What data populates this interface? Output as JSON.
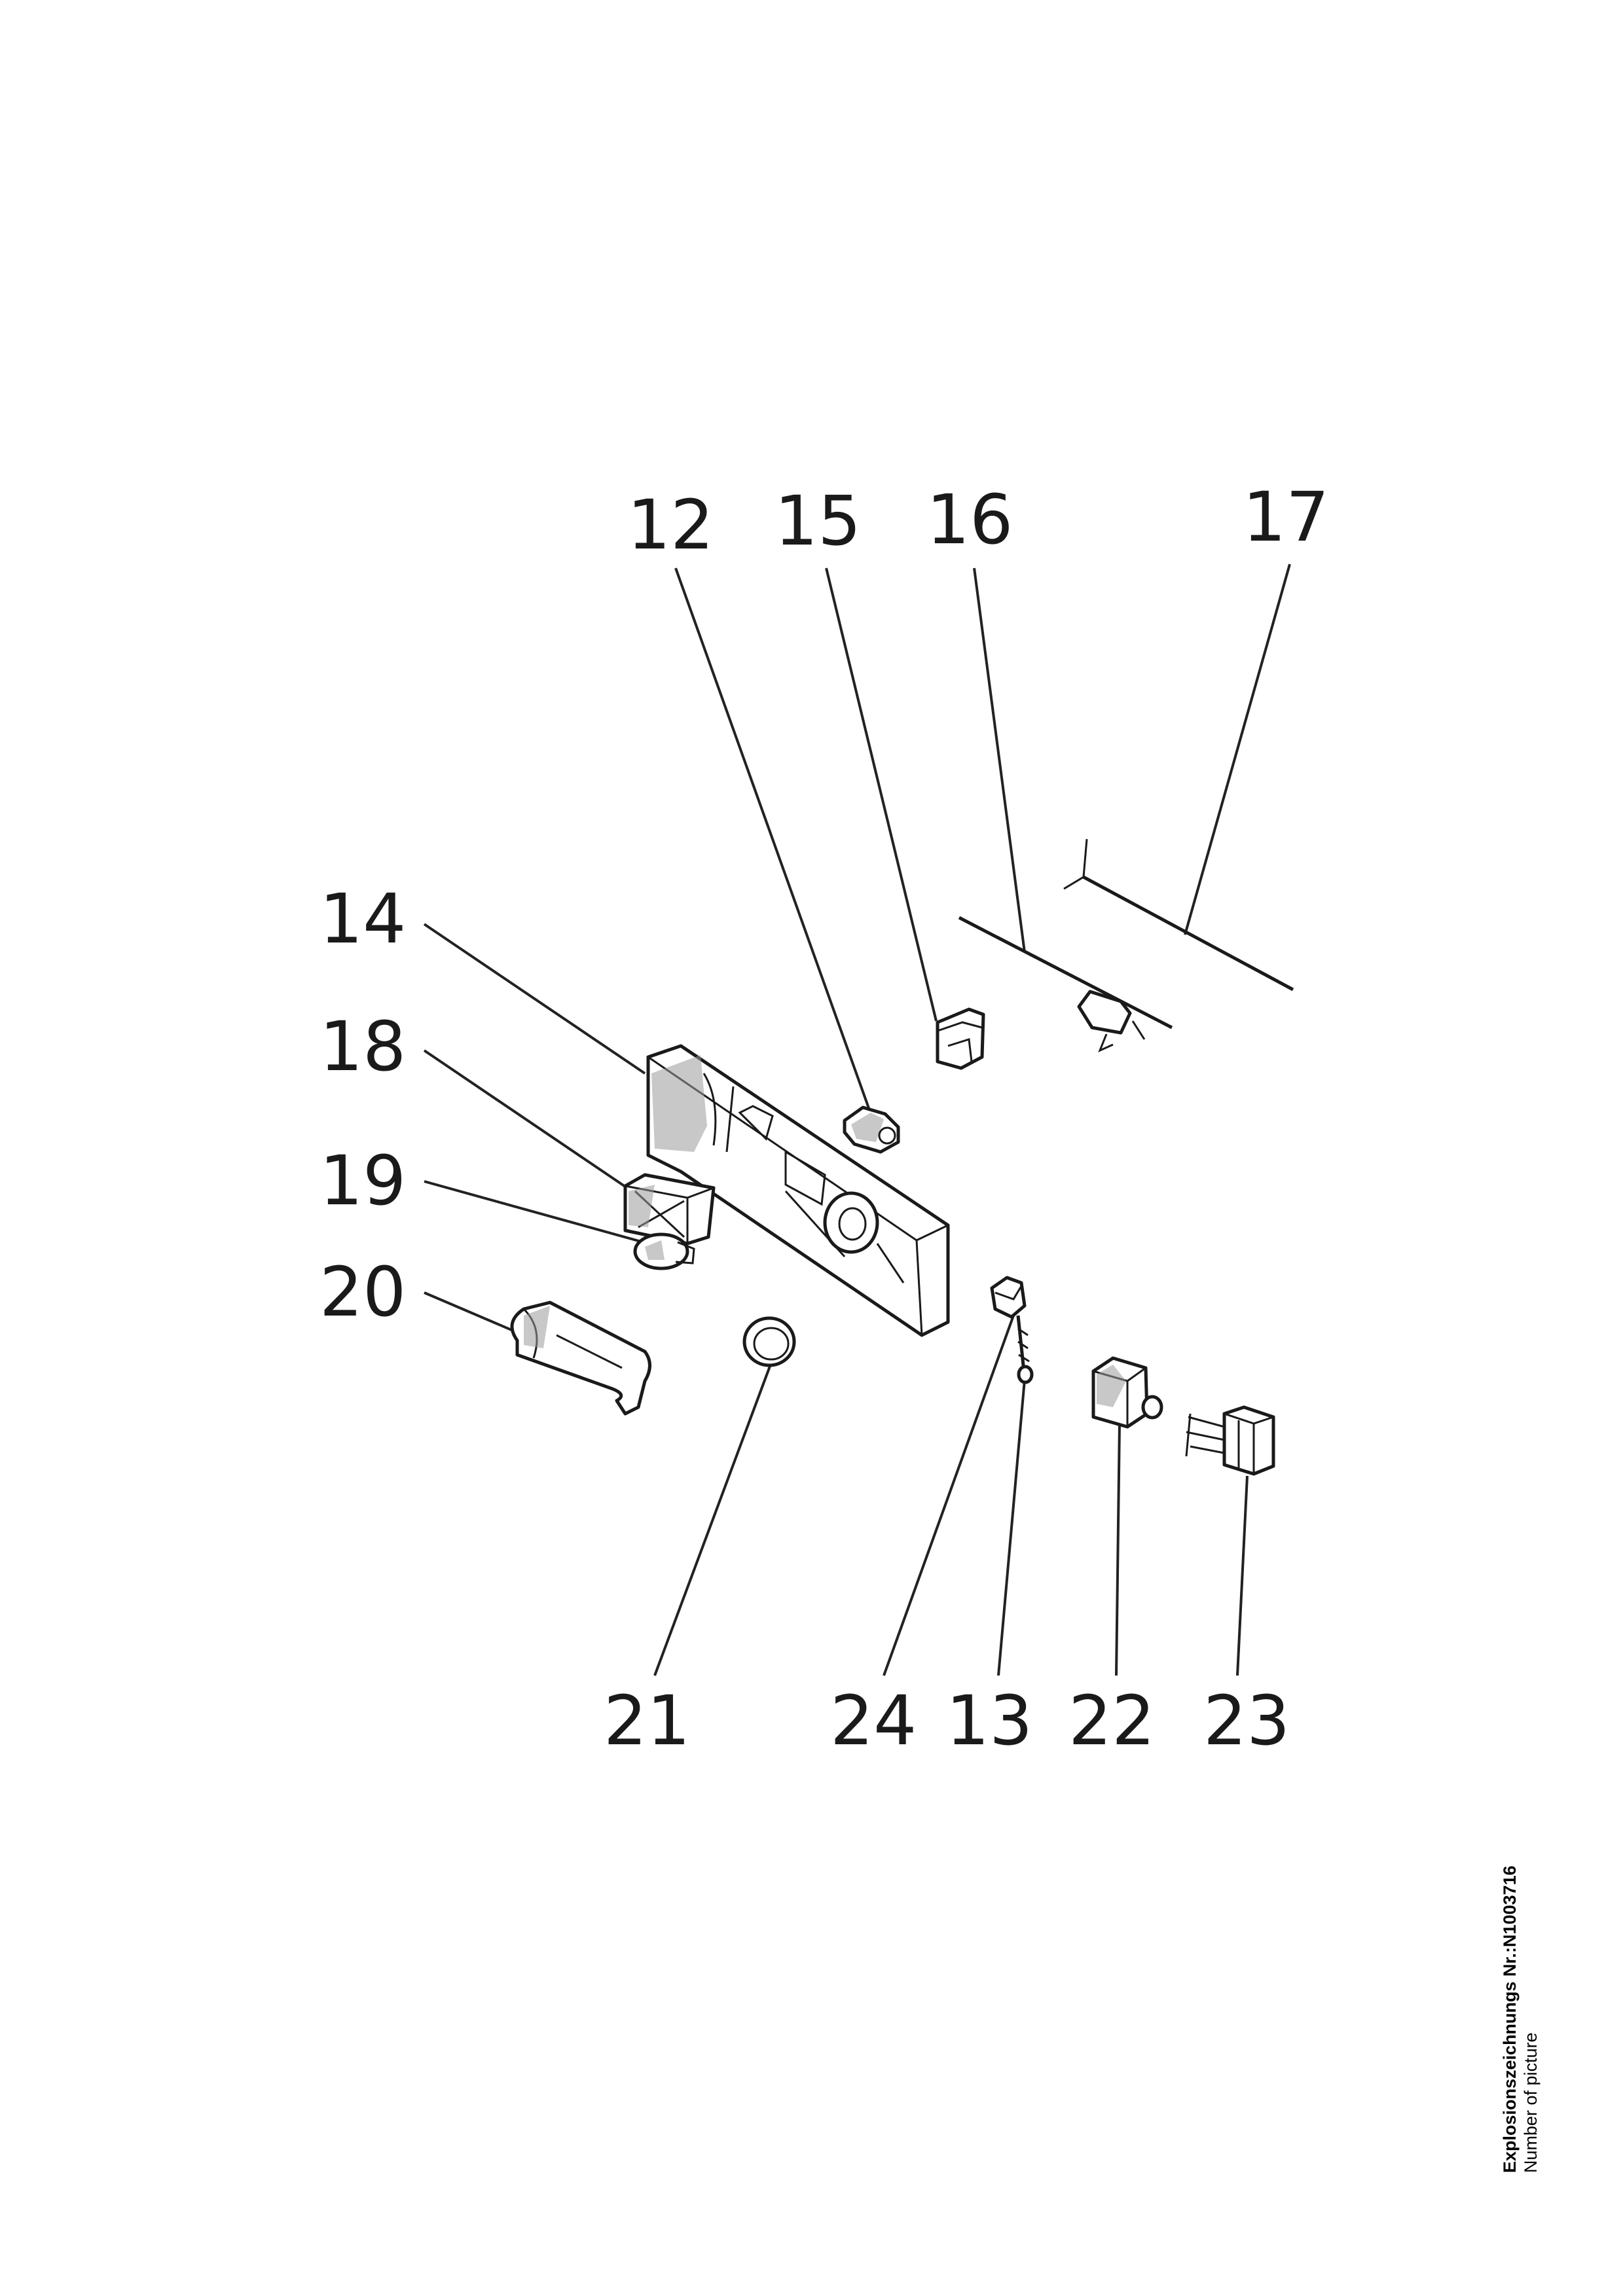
{
  "callouts": {
    "n12": "12",
    "n15": "15",
    "n16": "16",
    "n17": "17",
    "n14": "14",
    "n18": "18",
    "n19": "19",
    "n20": "20",
    "n21": "21",
    "n24": "24",
    "n13": "13",
    "n22": "22",
    "n23": "23"
  },
  "caption": {
    "title": "Explosionszeichnungs Nr.:N1003716",
    "subtitle": "Number of picture"
  }
}
